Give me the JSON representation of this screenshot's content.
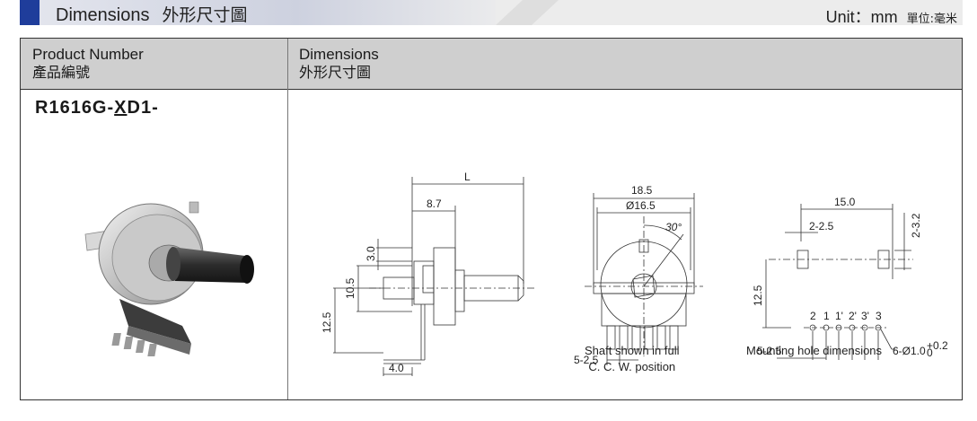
{
  "header": {
    "title": "Dimensions",
    "title_zh": "外形尺寸圖",
    "unit": "Unit：mm",
    "unit_zh": "單位:毫米",
    "accent_color": "#1f3d9b"
  },
  "table": {
    "col1_header": "Product Number",
    "col1_header_zh": "產品編號",
    "col2_header": "Dimensions",
    "col2_header_zh": "外形尺寸圖"
  },
  "product": {
    "number_prefix": "R1616G-",
    "number_variable": "X",
    "number_suffix": "D1-"
  },
  "side_view": {
    "L": "L",
    "d8_7": "8.7",
    "d3_0": "3.0",
    "d10_5": "10.5",
    "d12_5": "12.5",
    "d4_0": "4.0"
  },
  "front_view": {
    "d18_5": "18.5",
    "d16_5": "Ø16.5",
    "angle": "30°",
    "d5_2_5": "5-2.5",
    "caption_line1": "Shaft shown in full",
    "caption_line2": "C. C. W. position"
  },
  "mounting": {
    "d15_0": "15.0",
    "d2_2_5": "2-2.5",
    "d2_3_2": "2-3.2",
    "d12_5": "12.5",
    "pins": [
      "2",
      "1",
      "1'",
      "2'",
      "3'",
      "3"
    ],
    "d5_2_5": "5-2.5",
    "hole": "6-Ø1.0",
    "tol_plus": "+0.2",
    "tol_minus": "0",
    "caption": "Mounting hole dimensions"
  }
}
